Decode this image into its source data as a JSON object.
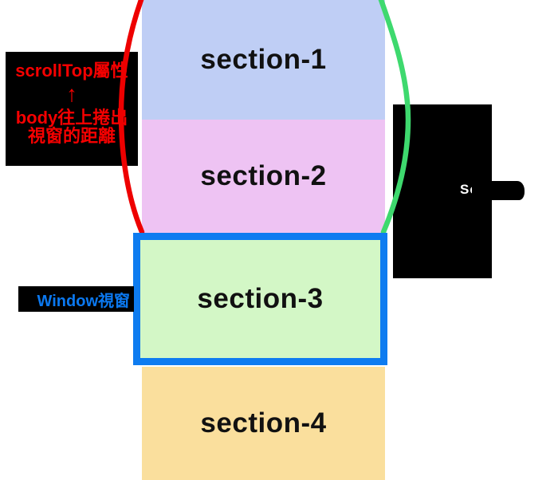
{
  "sections": [
    {
      "label": "section-1",
      "color": "#bfcef5"
    },
    {
      "label": "section-2",
      "color": "#eec3f3"
    },
    {
      "label": "section-3",
      "color": "#d3f7c6"
    },
    {
      "label": "section-4",
      "color": "#fadf9d"
    }
  ],
  "viewport_box": {
    "border_color": "#0e7cf0"
  },
  "annotations": {
    "scrolltop_note": {
      "line1": "scrollTop屬性",
      "arrow": "↑",
      "line2": "body往上捲出",
      "line3": "視窗的距離",
      "text_color": "#f50000",
      "bg_color": "#000000"
    },
    "window_label": {
      "text": "Window視窗",
      "text_color": "#0b78ef",
      "bg_color": "#000000"
    },
    "right_note": {
      "text": "Sections",
      "visible_prefix": "Se",
      "text_color": "#ffffff",
      "bg_color": "#000000"
    }
  },
  "arcs": {
    "left_color": "#ee0000",
    "right_color": "#3ed96e"
  }
}
